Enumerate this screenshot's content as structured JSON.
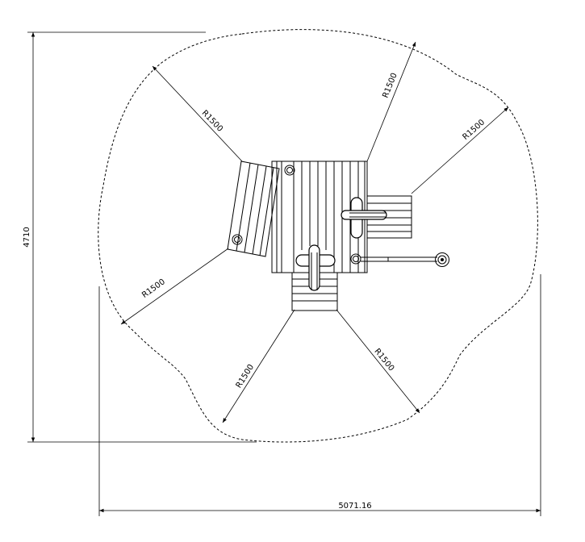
{
  "dimensions": {
    "height_label": "4710",
    "width_label": "5071.16"
  },
  "radius_labels": [
    "R1500",
    "R1500",
    "R1500",
    "R1500",
    "R1500",
    "R1500"
  ],
  "line_color": "#000000"
}
